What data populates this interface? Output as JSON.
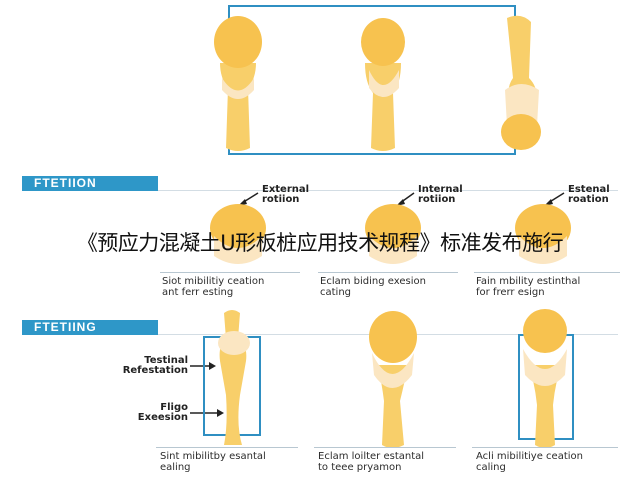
{
  "overlay_title": "《预应力混凝土U形板桩应用技术规程》标准发布施行",
  "sections": [
    {
      "label": "FTETIION"
    },
    {
      "label": "FTETIING"
    }
  ],
  "middle_row": {
    "callouts": [
      {
        "line1": "External",
        "line2": "rotiion"
      },
      {
        "line1": "Internal",
        "line2": "rotiion"
      },
      {
        "line1": "Estenal",
        "line2": "roation"
      }
    ],
    "captions": [
      {
        "line1": "Siot mibilitiy ceation",
        "line2": "ant ferr esting"
      },
      {
        "line1": "Eclam biding exesion",
        "line2": "cating"
      },
      {
        "line1": "Fain mbility estinthal",
        "line2": "for frerr esign"
      }
    ]
  },
  "bottom_row": {
    "labels": [
      {
        "line1": "Testinal",
        "line2": "Refestation"
      },
      {
        "line1": "Fligo",
        "line2": "Exeesion"
      }
    ],
    "captions": [
      {
        "line1": "Sint mibilitby esantal",
        "line2": "ealing"
      },
      {
        "line1": "Eclam loilter estantal",
        "line2": "to teee pryamon"
      },
      {
        "line1": "Acli mibilitiye ceation",
        "line2": "caling"
      }
    ]
  },
  "colors": {
    "bone_head": "#f7c24f",
    "bone_shaft": "#f8cf6a",
    "bone_pale": "#fbe6c2",
    "frame_blue": "#2f8fc2",
    "section_blue": "#2e97c8"
  }
}
